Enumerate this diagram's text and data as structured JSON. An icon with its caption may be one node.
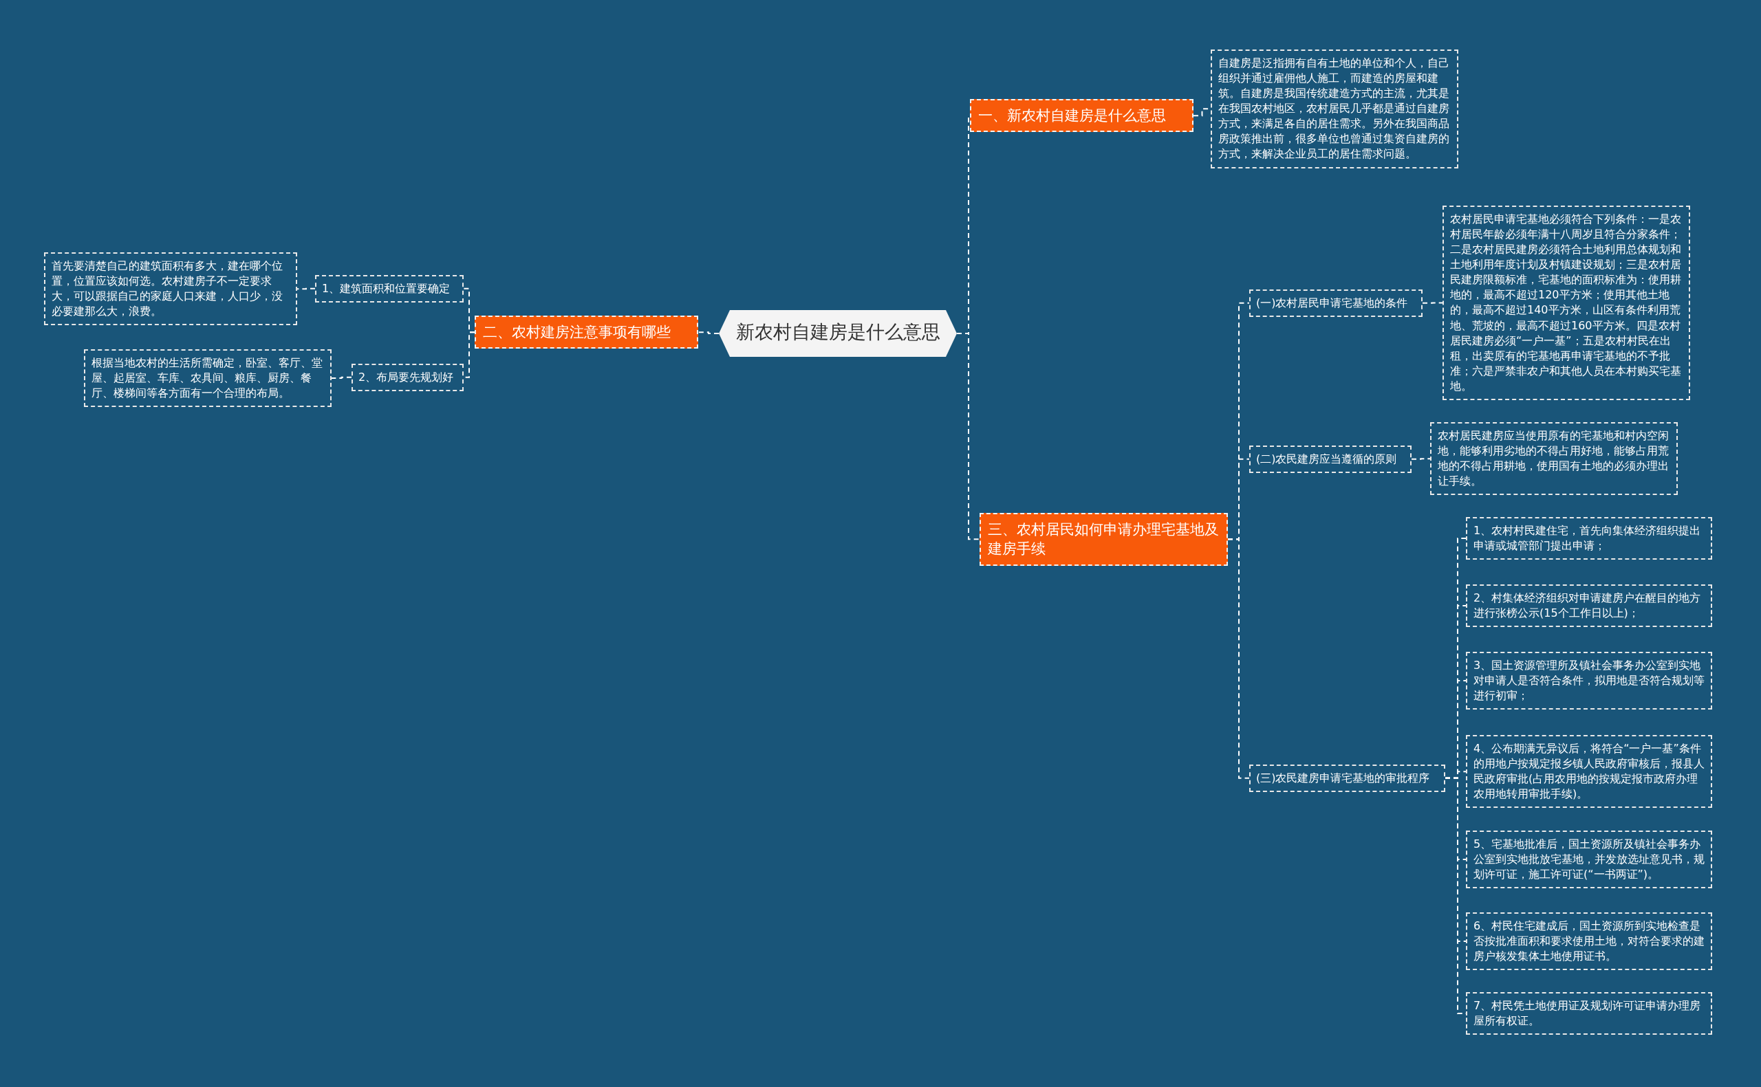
{
  "diagram": {
    "nodes": [
      {
        "text": [
          "新农村自建房是什么意思"
        ]
      },
      {
        "text": [
          "一、新农村自建房是什么意思"
        ]
      },
      {
        "text": [
          "自建房是泛指拥有自有土地的单位和个人，自己组织并通过雇佣他人施工，而建造的房屋和建筑。自建房是我国传统建造方式的主流，尤其是在我国农村地区，农村居民几乎都是通过自建房方式，来满足各自的居住需求。另外在我国商品房政策推出前，很多单位也曾通过集资自建房的方式，来解决企业员工的居住需求问题。"
        ]
      },
      {
        "text": [
          "二、农村建房注意事项有哪些"
        ]
      },
      {
        "text": [
          "1、建筑面积和位置要确定"
        ]
      },
      {
        "text": [
          "首先要清楚自己的建筑面积有多大，建在哪个位置，位置应该如何选。农村建房子不一定要求大，可以跟据自己的家庭人口来建，人口少，没必要建那么大，浪费。"
        ]
      },
      {
        "text": [
          "2、布局要先规划好"
        ]
      },
      {
        "text": [
          "根据当地农村的生活所需确定，卧室、客厅、堂屋、起居室、车库、农具间、粮库、厨房、餐厅、楼梯间等各方面有一个合理的布局。"
        ]
      },
      {
        "text": [
          "三、农村居民如何申请办理宅基地及建房手续"
        ]
      },
      {
        "text": [
          "(一)农村居民申请宅基地的条件"
        ]
      },
      {
        "text": [
          "农村居民申请宅基地必须符合下列条件：一是农村居民年龄必须年满十八周岁且符合分家条件；二是农村居民建房必须符合土地利用总体规划和土地利用年度计划及村镇建设规划；三是农村居民建房限额标准，宅基地的面积标准为：使用耕地的，最高不超过120平方米；使用其他土地的，最高不超过140平方米，山区有条件利用荒地、荒坡的，最高不超过160平方米。四是农村居民建房必须“一户一基”；五是农村村民在出租，出卖原有的宅基地再申请宅基地的不予批准；六是严禁非农户和其他人员在本村购买宅基地。"
        ]
      },
      {
        "text": [
          "(二)农民建房应当遵循的原则"
        ]
      },
      {
        "text": [
          "农村居民建房应当使用原有的宅基地和村内空闲地，能够利用劣地的不得占用好地，能够占用荒地的不得占用耕地，使用国有土地的必须办理出让手续。"
        ]
      },
      {
        "text": [
          "(三)农民建房申请宅基地的审批程序"
        ]
      },
      {
        "text": [
          "1、农村村民建住宅，首先向集体经济组织提出申请或城管部门提出申请；"
        ]
      },
      {
        "text": [
          "2、村集体经济组织对申请建房户在醒目的地方进行张榜公示(15个工作日以上)；"
        ]
      },
      {
        "text": [
          "3、国土资源管理所及镇社会事务办公室到实地对申请人是否符合条件，拟用地是否符合规划等进行初审；"
        ]
      },
      {
        "text": [
          "4、公布期满无异议后，将符合“一户一基”条件的用地户按规定报乡镇人民政府审核后，报县人民政府审批(占用农用地的按规定报市政府办理农用地转用审批手续)。"
        ]
      },
      {
        "text": [
          "5、宅基地批准后，国土资源所及镇社会事务办公室到实地批放宅基地，并发放选址意见书，规划许可证，施工许可证(“一书两证”)。"
        ]
      },
      {
        "text": [
          "6、村民住宅建成后，国土资源所到实地检查是否按批准面积和要求使用土地，对符合要求的建房户核发集体土地使用证书。"
        ]
      },
      {
        "text": [
          "7、村民凭土地使用证及规划许可证申请办理房屋所有权证。"
        ]
      }
    ],
    "edges": [
      {
        "from": 0,
        "to": 1,
        "arrow": "none"
      },
      {
        "from": 0,
        "to": 3,
        "arrow": "none"
      },
      {
        "from": 0,
        "to": 8,
        "arrow": "none"
      },
      {
        "from": 1,
        "to": 2,
        "arrow": "none"
      },
      {
        "from": 3,
        "to": 4,
        "arrow": "none"
      },
      {
        "from": 3,
        "to": 6,
        "arrow": "none"
      },
      {
        "from": 4,
        "to": 5,
        "arrow": "none"
      },
      {
        "from": 6,
        "to": 7,
        "arrow": "none"
      },
      {
        "from": 8,
        "to": 9,
        "arrow": "none"
      },
      {
        "from": 8,
        "to": 11,
        "arrow": "none"
      },
      {
        "from": 8,
        "to": 13,
        "arrow": "none"
      },
      {
        "from": 9,
        "to": 10,
        "arrow": "none"
      },
      {
        "from": 11,
        "to": 12,
        "arrow": "none"
      },
      {
        "from": 13,
        "to": 14,
        "arrow": "none"
      },
      {
        "from": 13,
        "to": 15,
        "arrow": "none"
      },
      {
        "from": 13,
        "to": 16,
        "arrow": "none"
      },
      {
        "from": 13,
        "to": 17,
        "arrow": "none"
      },
      {
        "from": 13,
        "to": 18,
        "arrow": "none"
      },
      {
        "from": 13,
        "to": 19,
        "arrow": "none"
      },
      {
        "from": 13,
        "to": 20,
        "arrow": "none"
      }
    ]
  }
}
